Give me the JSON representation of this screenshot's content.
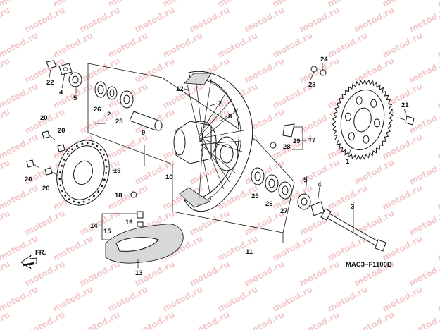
{
  "watermark": "motod.ru",
  "diagram_code": "MAC3−F1100B",
  "direction_label": "FR.",
  "callouts": {
    "c1": "1",
    "c2": "2",
    "c3": "3",
    "c4a": "4",
    "c4b": "4",
    "c5a": "5",
    "c5b": "5",
    "c7": "7",
    "c8": "8",
    "c9": "9",
    "c10": "10",
    "c11": "11",
    "c12": "12",
    "c13": "13",
    "c14": "14",
    "c15": "15",
    "c16": "16",
    "c17": "17",
    "c18": "18",
    "c19": "19",
    "c20a": "20",
    "c20b": "20",
    "c20c": "20",
    "c20d": "20",
    "c21": "21",
    "c22": "22",
    "c23": "23",
    "c24": "24",
    "c25a": "25",
    "c25b": "25",
    "c26a": "26",
    "c26b": "26",
    "c27": "27",
    "c28": "28",
    "c29": "29"
  }
}
